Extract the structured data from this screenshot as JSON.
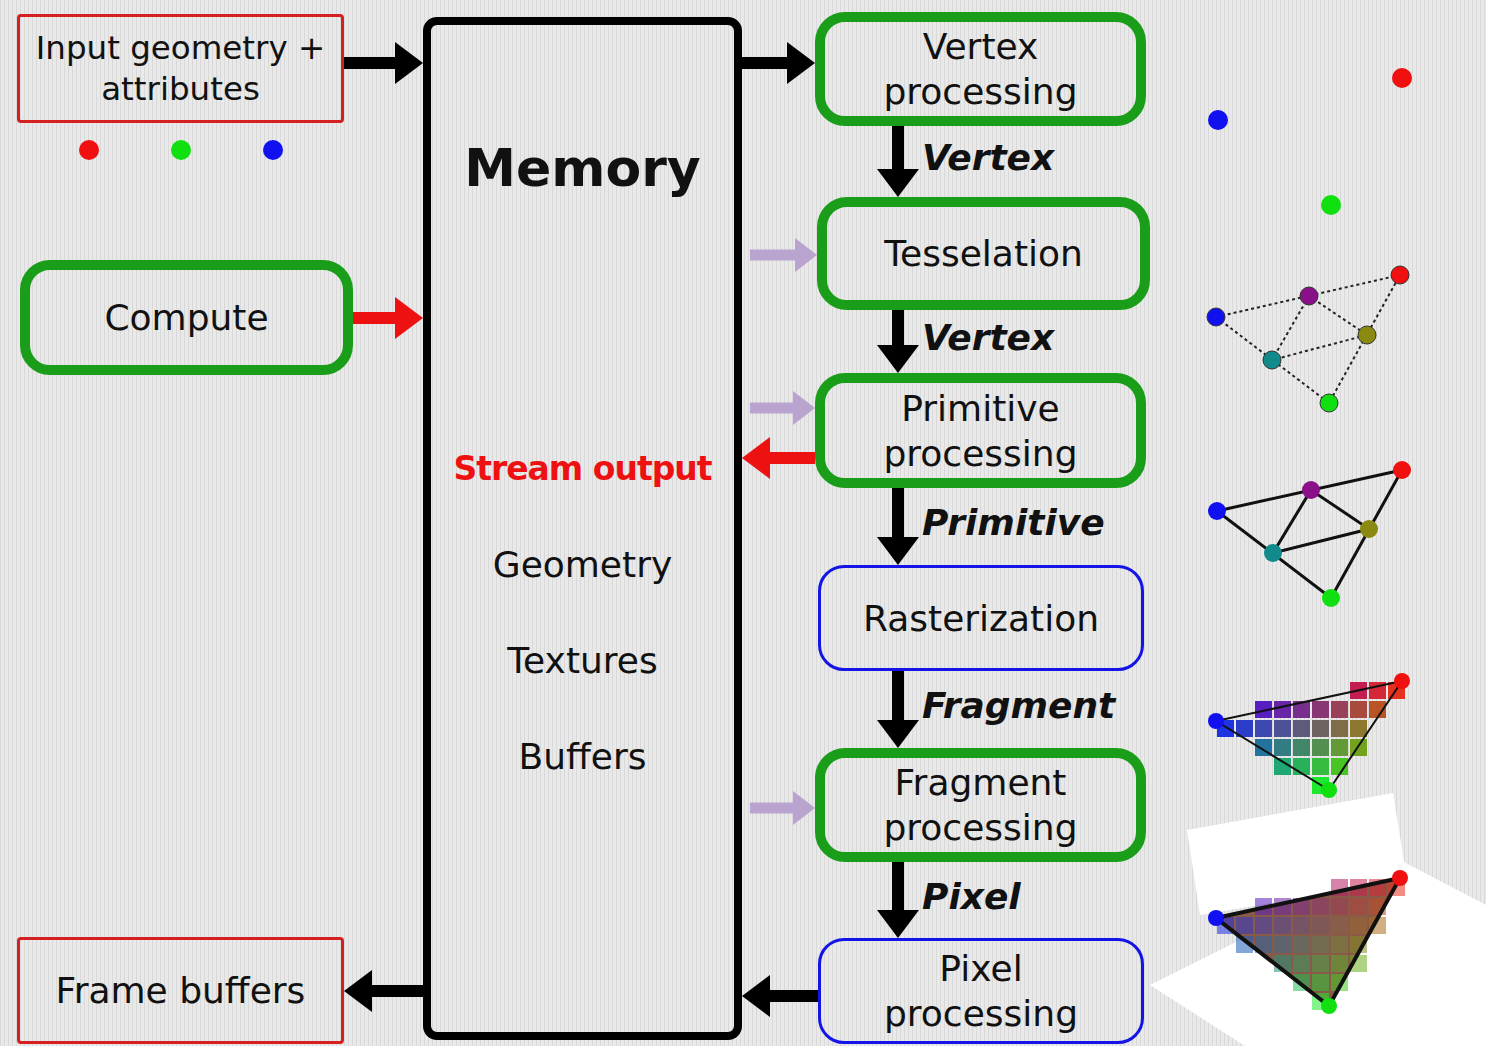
{
  "diagram": {
    "nodes": [
      {
        "text": [
          "Input geometry + attributes"
        ]
      },
      {
        "text": [
          "Memory",
          "Stream output",
          "Geometry",
          "Textures",
          "Buffers"
        ]
      },
      {
        "text": [
          "Vertex processing"
        ]
      },
      {
        "text": [
          "Compute"
        ]
      },
      {
        "text": [
          "Tesselation"
        ]
      },
      {
        "text": [
          "Primitive processing"
        ]
      },
      {
        "text": [
          "Rasterization"
        ]
      },
      {
        "text": [
          "Fragment processing"
        ]
      },
      {
        "text": [
          "Frame buffers"
        ]
      },
      {
        "text": [
          "Pixel processing"
        ]
      }
    ],
    "edges": [
      {
        "from": 0,
        "to": 1,
        "arrow": "to"
      },
      {
        "from": 1,
        "to": 2,
        "arrow": "to"
      },
      {
        "from": 2,
        "to": 4,
        "label": "Vertex",
        "arrow": "to"
      },
      {
        "from": 4,
        "to": 5,
        "label": "Vertex",
        "arrow": "to"
      },
      {
        "from": 5,
        "to": 6,
        "label": "Primitive",
        "arrow": "to"
      },
      {
        "from": 6,
        "to": 7,
        "label": "Fragment",
        "arrow": "to"
      },
      {
        "from": 7,
        "to": 9,
        "label": "Pixel",
        "arrow": "to"
      },
      {
        "from": 3,
        "to": 1,
        "arrow": "to"
      },
      {
        "from": 1,
        "to": 4,
        "arrow": "to"
      },
      {
        "from": 1,
        "to": 5,
        "arrow": "to"
      },
      {
        "from": 5,
        "to": 1,
        "arrow": "to"
      },
      {
        "from": 1,
        "to": 7,
        "arrow": "to"
      },
      {
        "from": 9,
        "to": 1,
        "arrow": "to"
      },
      {
        "from": 1,
        "to": 8,
        "arrow": "to"
      }
    ]
  }
}
